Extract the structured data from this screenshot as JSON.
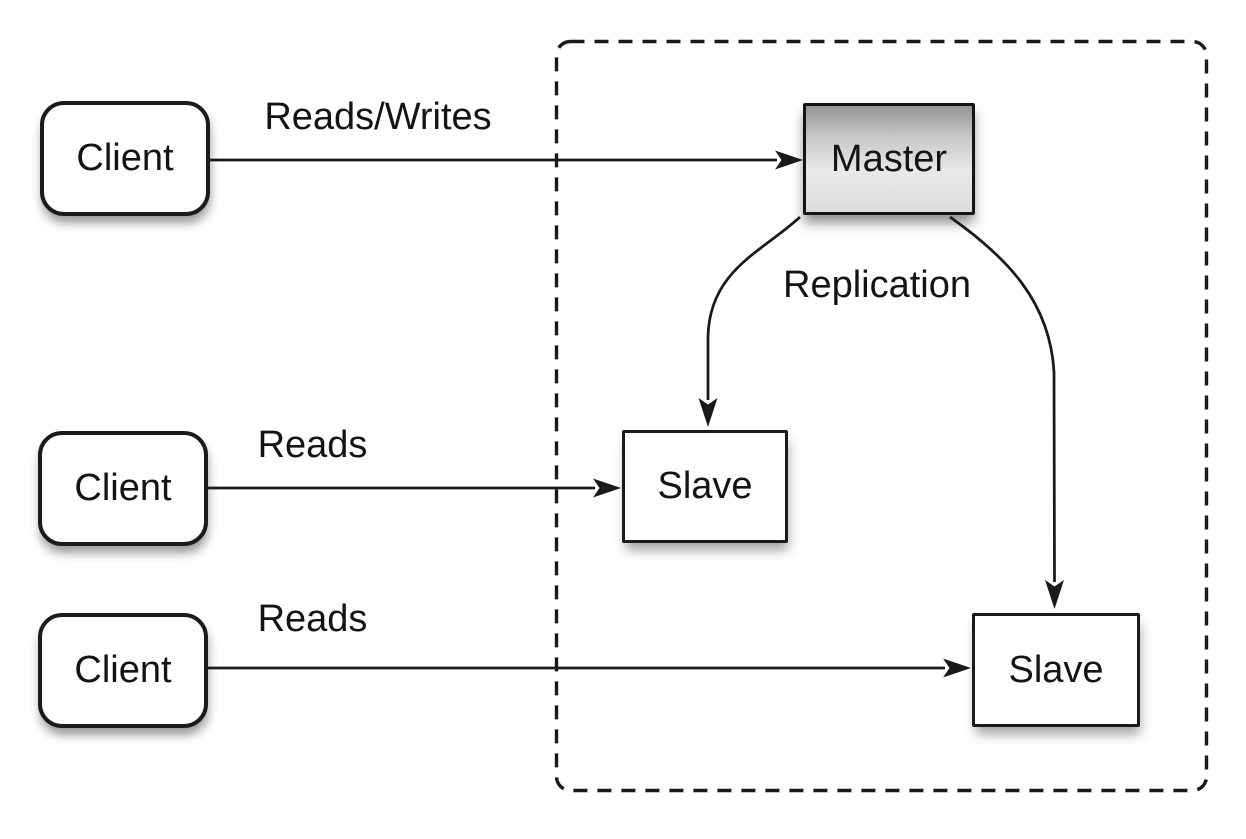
{
  "diagram_type": "master-slave-replication-architecture",
  "nodes": {
    "client_top": {
      "label": "Client"
    },
    "client_middle": {
      "label": "Client"
    },
    "client_bottom": {
      "label": "Client"
    },
    "master": {
      "label": "Master"
    },
    "slave_left": {
      "label": "Slave"
    },
    "slave_right": {
      "label": "Slave"
    }
  },
  "edges": {
    "reads_writes": {
      "label": "Reads/Writes",
      "from": "client_top",
      "to": "master"
    },
    "reads_middle": {
      "label": "Reads",
      "from": "client_middle",
      "to": "slave_left"
    },
    "reads_bottom": {
      "label": "Reads",
      "from": "client_bottom",
      "to": "slave_right"
    },
    "replication": {
      "label": "Replication",
      "from": "master",
      "to": "slaves"
    }
  },
  "colors": {
    "stroke": "#1a1a1a",
    "node_fill": "#ffffff",
    "master_gradient_top": "#949494",
    "master_gradient_bottom": "#dcdcdc",
    "background": "#ffffff"
  }
}
